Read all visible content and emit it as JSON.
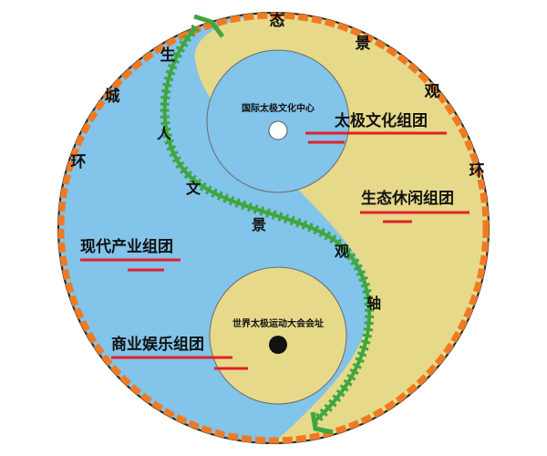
{
  "ring_label": {
    "chars": [
      "态",
      "景",
      "观",
      "环",
      "生",
      "城",
      "环"
    ]
  },
  "axis_label": {
    "chars": [
      "人",
      "文",
      "景",
      "观",
      "轴"
    ]
  },
  "centers": {
    "top": "国际太极文化中心",
    "bottom": "世界太极运动大会会址"
  },
  "zones": {
    "taiji_culture": "太极文化组团",
    "eco_leisure": "生态休闲组团",
    "modern_industry": "现代产业组团",
    "commerce_entertainment": "商业娱乐组团"
  },
  "colors": {
    "blue_region": "#82c4ea",
    "yellow_region": "#e6d98a",
    "ring_orange": "#f07a22",
    "axis_green": "#3fa63f",
    "underline_red": "#e0202a",
    "outline": "#222222"
  }
}
